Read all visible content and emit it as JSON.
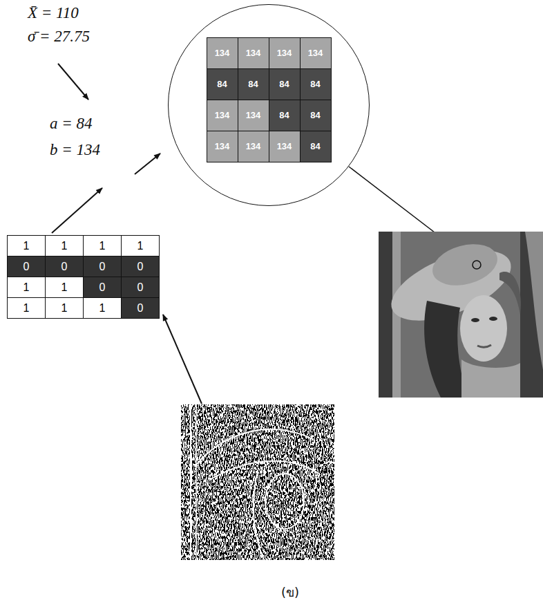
{
  "diagram": {
    "caption": "(ข)",
    "nodes": [
      {
        "text": [
          "134",
          "134",
          "134",
          "134",
          "84",
          "84",
          "84",
          "84",
          "134",
          "134",
          "84",
          "84",
          "134",
          "134",
          "134",
          "84"
        ]
      },
      {
        "text": [
          "1",
          "1",
          "1",
          "1",
          "0",
          "0",
          "0",
          "0",
          "1",
          "1",
          "0",
          "0",
          "1",
          "1",
          "1",
          "0"
        ]
      }
    ],
    "labels": [
      "X̄ = 110",
      "σ̄ = 27.75",
      "a = 84",
      "b = 134"
    ]
  }
}
